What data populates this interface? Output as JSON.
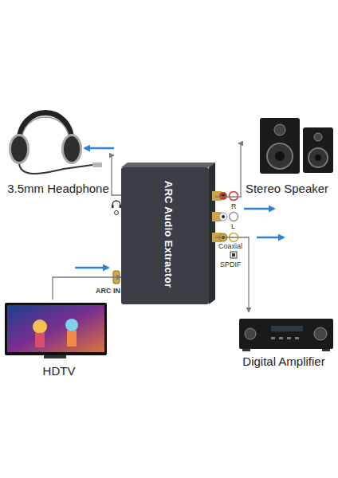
{
  "diagram": {
    "nodes": [
      {
        "text": [
          "3.5mm Headphone"
        ]
      },
      {
        "text": [
          "Stereo Speaker"
        ]
      },
      {
        "text": [
          "ARC Audio Extractor"
        ]
      },
      {
        "text": [
          "HDTV"
        ]
      },
      {
        "text": [
          "Digital Amplifier"
        ]
      }
    ],
    "edges": [
      {
        "from": 2,
        "to": 0,
        "arrow": "to"
      },
      {
        "from": 2,
        "to": 1,
        "arrow": "to"
      },
      {
        "from": 3,
        "to": 2,
        "arrow": "to"
      },
      {
        "from": 2,
        "to": 4,
        "arrow": "to"
      }
    ],
    "labels": [
      "R",
      "L",
      "Coaxial",
      "SPDIF",
      "ARC IN"
    ]
  }
}
